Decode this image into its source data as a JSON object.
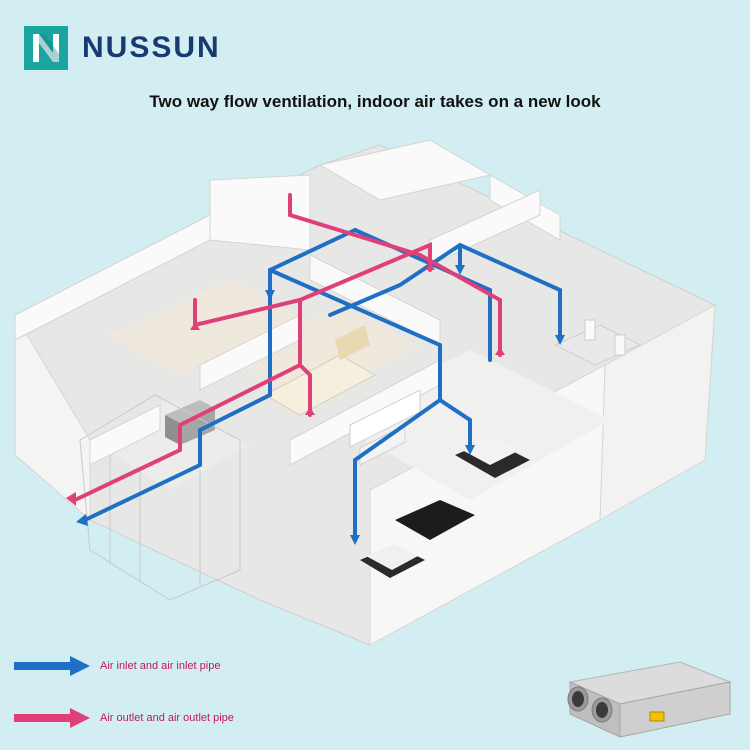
{
  "brand": {
    "name": "NUSSUN",
    "logo_color": "#1aa5a0",
    "name_color": "#173a70"
  },
  "headline": "Two way flow ventilation, indoor air takes on a new look",
  "diagram": {
    "inlet_color": "#1f6fc5",
    "outlet_color": "#e0407a",
    "icons": [
      "house-3d-cutaway",
      "ventilation-unit",
      "sofa",
      "bed",
      "dining-table",
      "tv-wall"
    ]
  },
  "legend": {
    "items": [
      {
        "label": "Air inlet and air inlet pipe",
        "color": "#1f6fc5"
      },
      {
        "label": "Air outlet and air outlet pipe",
        "color": "#e0407a"
      }
    ]
  },
  "colors": {
    "background": "#d3eef2"
  }
}
